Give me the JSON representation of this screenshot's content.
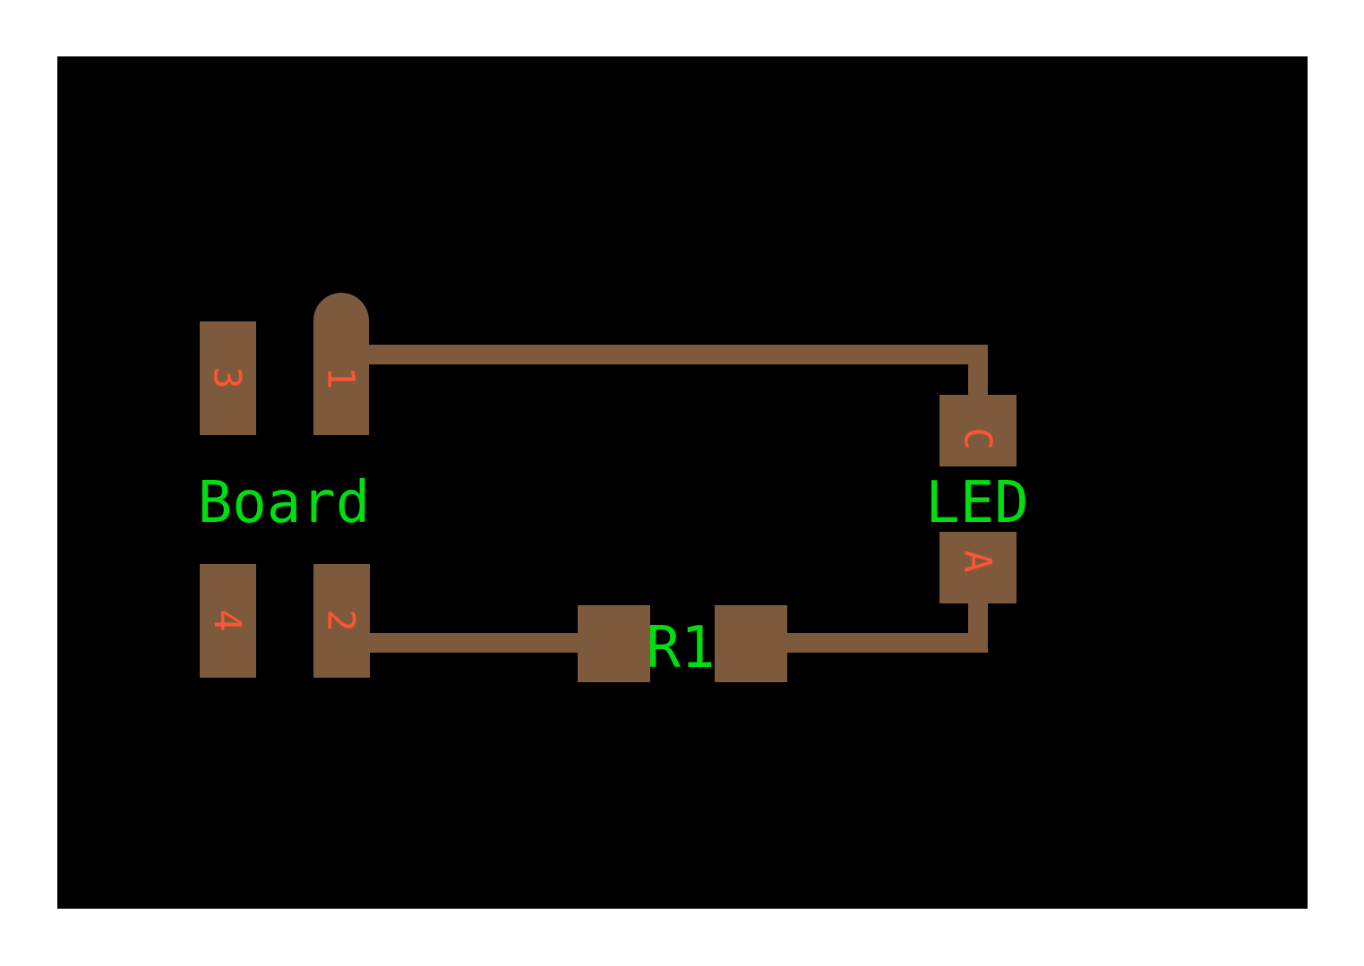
{
  "colors": {
    "page": "#ffffff",
    "board": "#000000",
    "copper": "#7d5a3c",
    "pin_label": "#ff5533",
    "silkscreen": "#00dd11"
  },
  "components": {
    "board": {
      "label": "Board",
      "pins": [
        "3",
        "1",
        "4",
        "2"
      ]
    },
    "led": {
      "label": "LED",
      "pins": [
        "C",
        "A"
      ]
    },
    "r1": {
      "label": "R1"
    }
  }
}
